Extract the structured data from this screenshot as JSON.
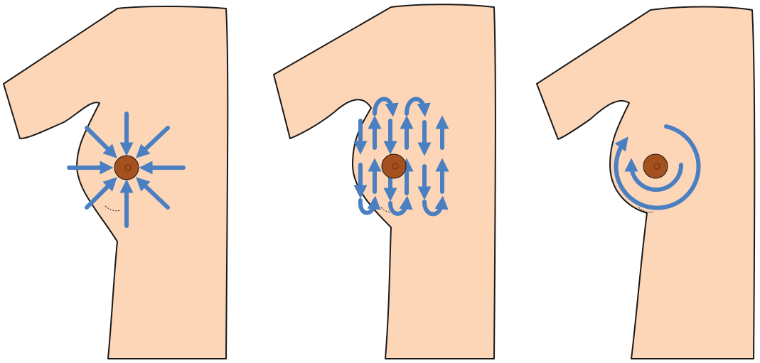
{
  "colors": {
    "skin": "#fdd6b8",
    "outline": "#1a1a1a",
    "nipple": "#a4501f",
    "nipple_center": "#7a3212",
    "arrow": "#4a7fc1",
    "background": "#ffffff"
  },
  "panels": [
    {
      "pattern": "radial-inward",
      "icon": "radial-arrows-icon"
    },
    {
      "pattern": "vertical-strip",
      "icon": "vertical-strip-arrows-icon"
    },
    {
      "pattern": "circular-spiral",
      "icon": "circular-arrows-icon"
    }
  ]
}
